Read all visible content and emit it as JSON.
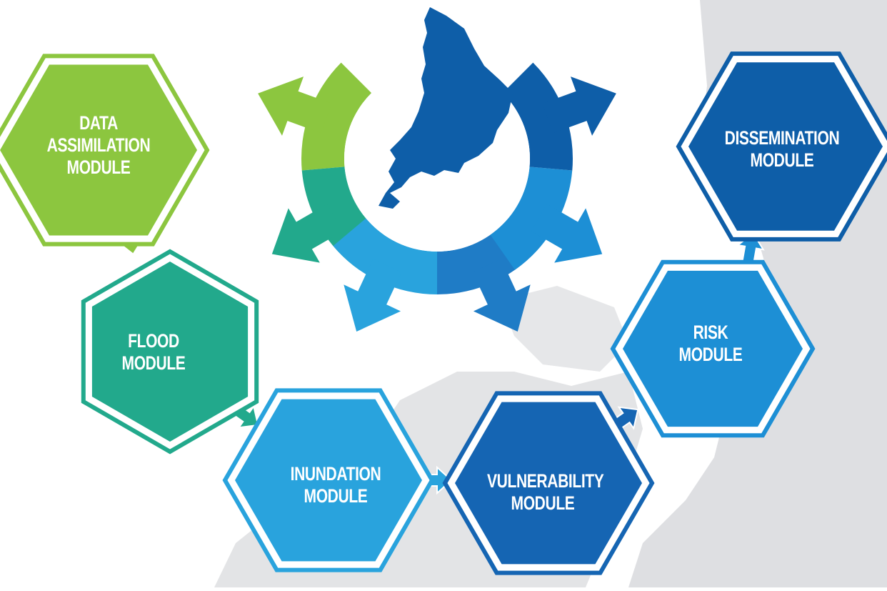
{
  "colors": {
    "green": "#8cc63f",
    "teal": "#22a98c",
    "light_blue": "#29a3dd",
    "mid_blue": "#1f7cc6",
    "dark_blue": "#0e5ea8",
    "map_gray": "#dcdde0",
    "outline": "#ffffff"
  },
  "modules": [
    {
      "id": "data-assimilation",
      "lines": [
        "DATA",
        "ASSIMILATION",
        "MODULE"
      ],
      "color": "#8cc63f"
    },
    {
      "id": "flood",
      "lines": [
        "FLOOD",
        "MODULE"
      ],
      "color": "#22a98c"
    },
    {
      "id": "inundation",
      "lines": [
        "INUNDATION",
        "MODULE"
      ],
      "color": "#29a3dd"
    },
    {
      "id": "vulnerability",
      "lines": [
        "VULNERABILITY",
        "MODULE"
      ],
      "color": "#1565b3"
    },
    {
      "id": "risk",
      "lines": [
        "RISK",
        "MODULE"
      ],
      "color": "#1d8fd5"
    },
    {
      "id": "dissemination",
      "lines": [
        "DISSEMINATION",
        "MODULE"
      ],
      "color": "#0e5ea8"
    }
  ],
  "flow_arrows": [
    {
      "from": "data-assimilation",
      "to": "flood"
    },
    {
      "from": "flood",
      "to": "inundation"
    },
    {
      "from": "inundation",
      "to": "vulnerability"
    },
    {
      "from": "vulnerability",
      "to": "risk"
    },
    {
      "from": "risk",
      "to": "dissemination"
    }
  ],
  "hub": {
    "icon": "island-map-icon",
    "arrow_colors": [
      "#8cc63f",
      "#22a98c",
      "#29a3dd",
      "#1f7cc6",
      "#1d8fd5",
      "#0e5ea8"
    ]
  }
}
